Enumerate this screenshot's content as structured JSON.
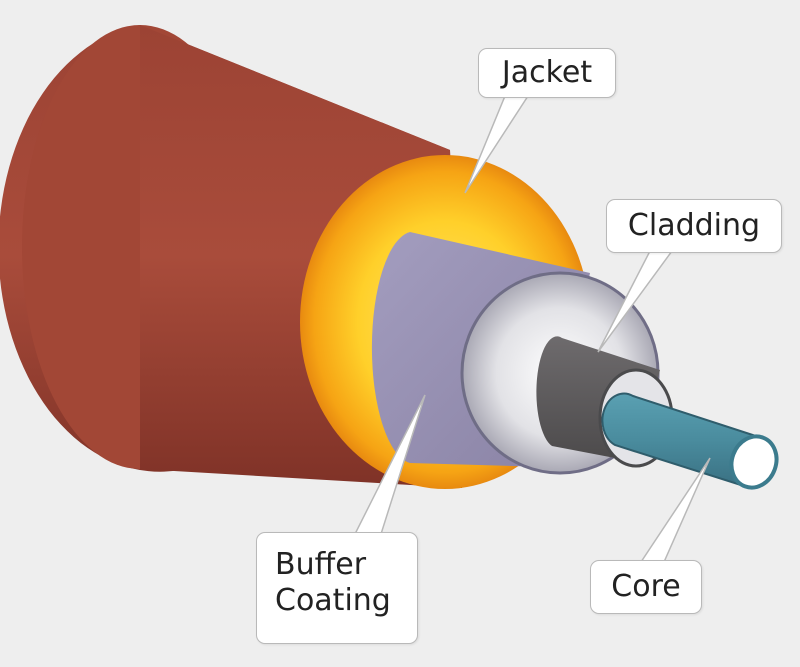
{
  "diagram": {
    "labels": {
      "jacket": "Jacket",
      "cladding": "Cladding",
      "buffer_coating_line1": "Buffer",
      "buffer_coating_line2": "Coating",
      "core": "Core"
    },
    "layers": [
      {
        "name": "Jacket",
        "color": "#a6493a"
      },
      {
        "name": "Buffer Coating",
        "color": "#9a93b4"
      },
      {
        "name": "Cladding",
        "color": "#d7d7dc"
      },
      {
        "name": "Core",
        "color": "#4d8ea0"
      }
    ],
    "colors": {
      "background": "#eeeeee",
      "jacket_face": "#f5b71d",
      "cladding_body": "#5f5c5e",
      "core_face": "#ffffff"
    }
  }
}
